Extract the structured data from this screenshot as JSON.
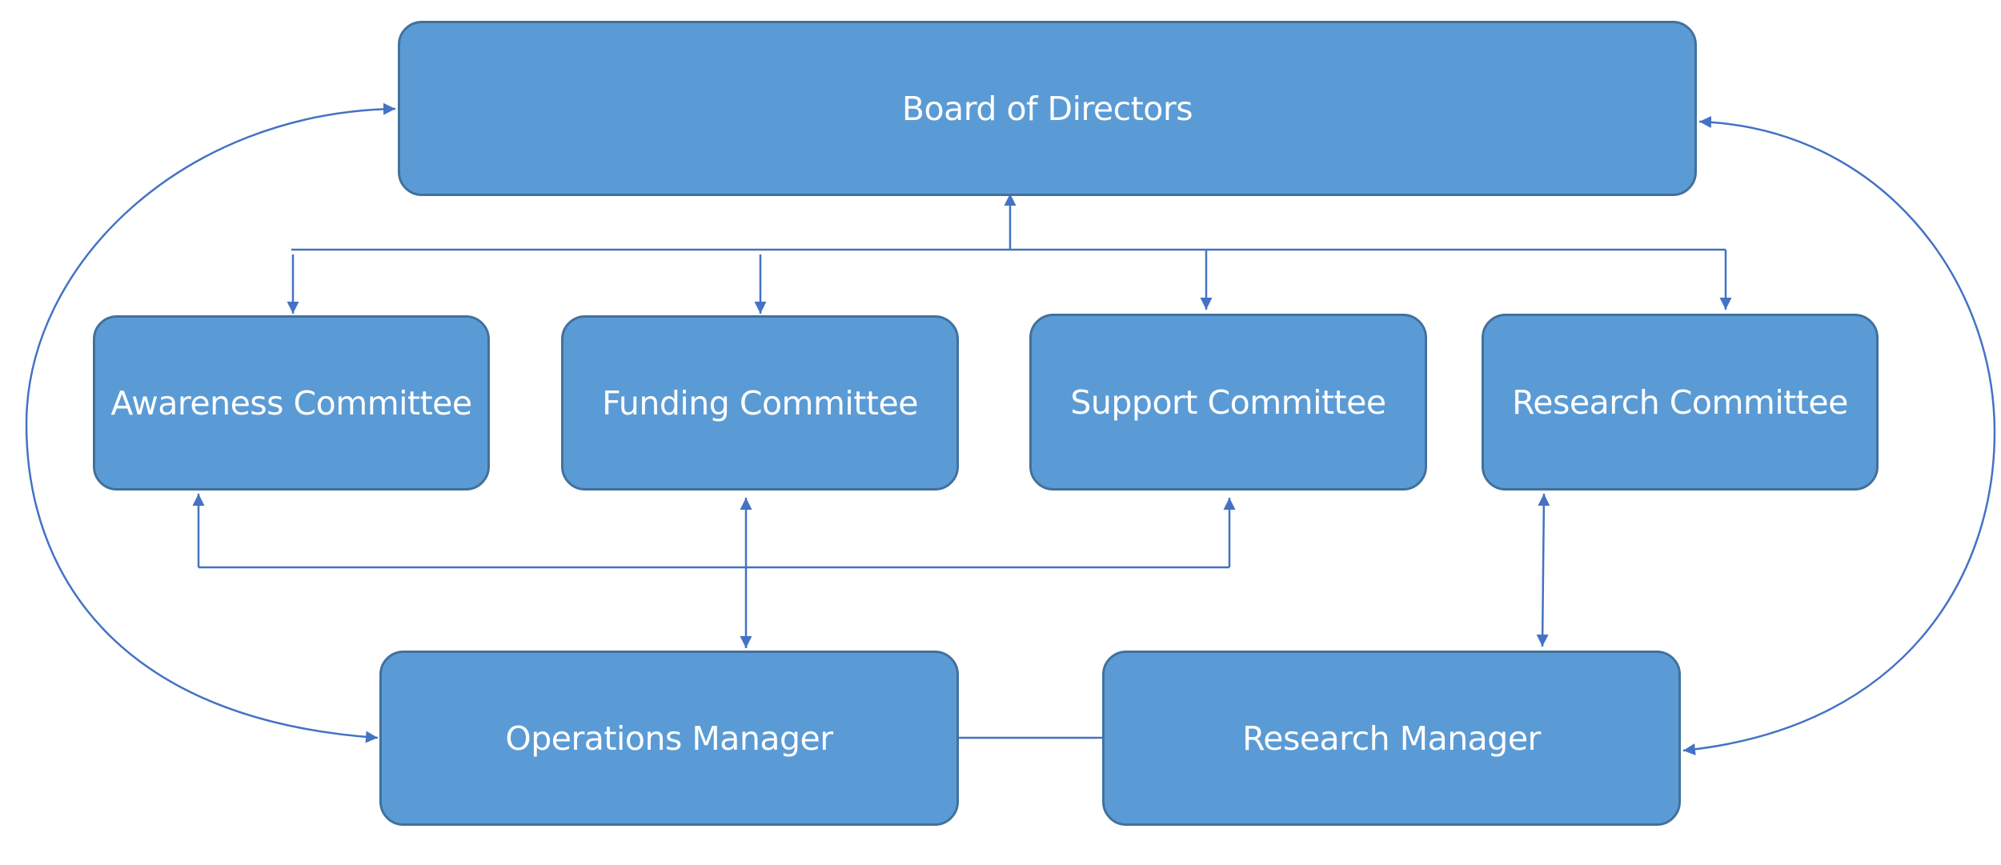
{
  "theme": {
    "box_fill": "#5b9bd5",
    "box_border": "#41719c",
    "connector": "#4472c4",
    "text": "#ffffff"
  },
  "nodes": {
    "board": {
      "label": "Board of Directors"
    },
    "awareness": {
      "label": "Awareness Committee"
    },
    "funding": {
      "label": "Funding Committee"
    },
    "support": {
      "label": "Support Committee"
    },
    "research_committee": {
      "label": "Research Committee"
    },
    "operations_manager": {
      "label": "Operations Manager"
    },
    "research_manager": {
      "label": "Research Manager"
    }
  },
  "connections": [
    {
      "from": "board",
      "to": "awareness",
      "arrow": "to"
    },
    {
      "from": "board",
      "to": "funding",
      "arrow": "to"
    },
    {
      "from": "board",
      "to": "support",
      "arrow": "to"
    },
    {
      "from": "board",
      "to": "research_committee",
      "arrow": "to"
    },
    {
      "from": "committees",
      "to": "board",
      "arrow": "to"
    },
    {
      "from": "operations_manager",
      "to": "awareness",
      "arrow": "to"
    },
    {
      "from": "operations_manager",
      "to": "funding",
      "arrow": "both"
    },
    {
      "from": "operations_manager",
      "to": "support",
      "arrow": "to"
    },
    {
      "from": "research_manager",
      "to": "research_committee",
      "arrow": "both"
    },
    {
      "from": "operations_manager",
      "to": "board",
      "arrow": "both"
    },
    {
      "from": "research_manager",
      "to": "board",
      "arrow": "both"
    },
    {
      "from": "operations_manager",
      "to": "research_manager",
      "arrow": "none"
    }
  ]
}
